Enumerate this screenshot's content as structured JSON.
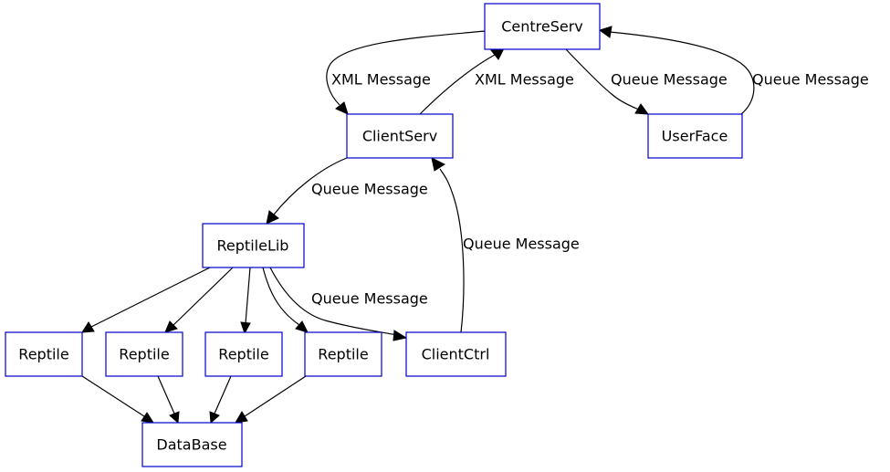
{
  "diagram": {
    "nodes": {
      "centreserv": "CentreServ",
      "clientserv": "ClientServ",
      "userface": "UserFace",
      "reptilelib": "ReptileLib",
      "reptile1": "Reptile",
      "reptile2": "Reptile",
      "reptile3": "Reptile",
      "reptile4": "Reptile",
      "clientctrl": "ClientCtrl",
      "database": "DataBase"
    },
    "edges": {
      "centreserv_to_clientserv": "XML Message",
      "clientserv_to_centreserv": "XML Message",
      "centreserv_to_userface": "Queue Message",
      "userface_to_centreserv": "Queue Message",
      "clientserv_to_reptilelib": "Queue Message",
      "clientctrl_to_clientserv": "Queue Message",
      "reptilelib_to_clientctrl": "Queue Message"
    },
    "colors": {
      "node_border": "#0000cc",
      "edge": "#000000"
    }
  }
}
